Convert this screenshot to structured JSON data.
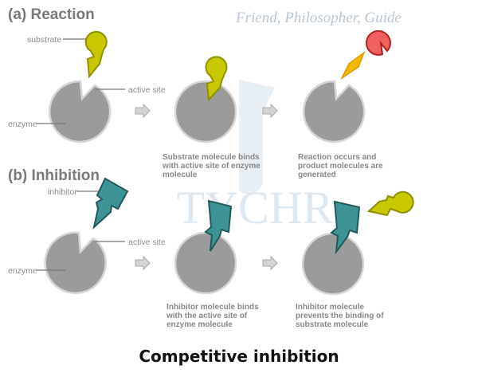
{
  "reaction": {
    "title": "(a) Reaction",
    "labels": {
      "substrate": "substrate",
      "active_site": "active site",
      "enzyme": "enzyme"
    },
    "caption_step2": [
      "Substrate molecule binds",
      "with active site of enzyme",
      "molecule"
    ],
    "caption_step3": [
      "Reaction occurs and",
      "product molecules are",
      "generated"
    ]
  },
  "inhibition": {
    "title": "(b) Inhibition",
    "labels": {
      "inhibitor": "inhibitor",
      "active_site": "active site",
      "enzyme": "enzyme"
    },
    "caption_step2": [
      "Inhibitor molecule binds",
      "with the active site of",
      "enzyme molecule"
    ],
    "caption_step3": [
      "Inhibitor molecule",
      "prevents the binding of",
      "substrate molecule"
    ]
  },
  "watermark": {
    "brand": "TYCHR",
    "tagline": "Friend, Philosopher, Guide"
  },
  "footer_title": "Competitive inhibition",
  "colors": {
    "enzyme": "#9b9b9b",
    "substrate": "#c8c800",
    "inhibitor": "#3e9494",
    "product_diamond": "#f5b800",
    "product_pacman": "#f06060"
  }
}
